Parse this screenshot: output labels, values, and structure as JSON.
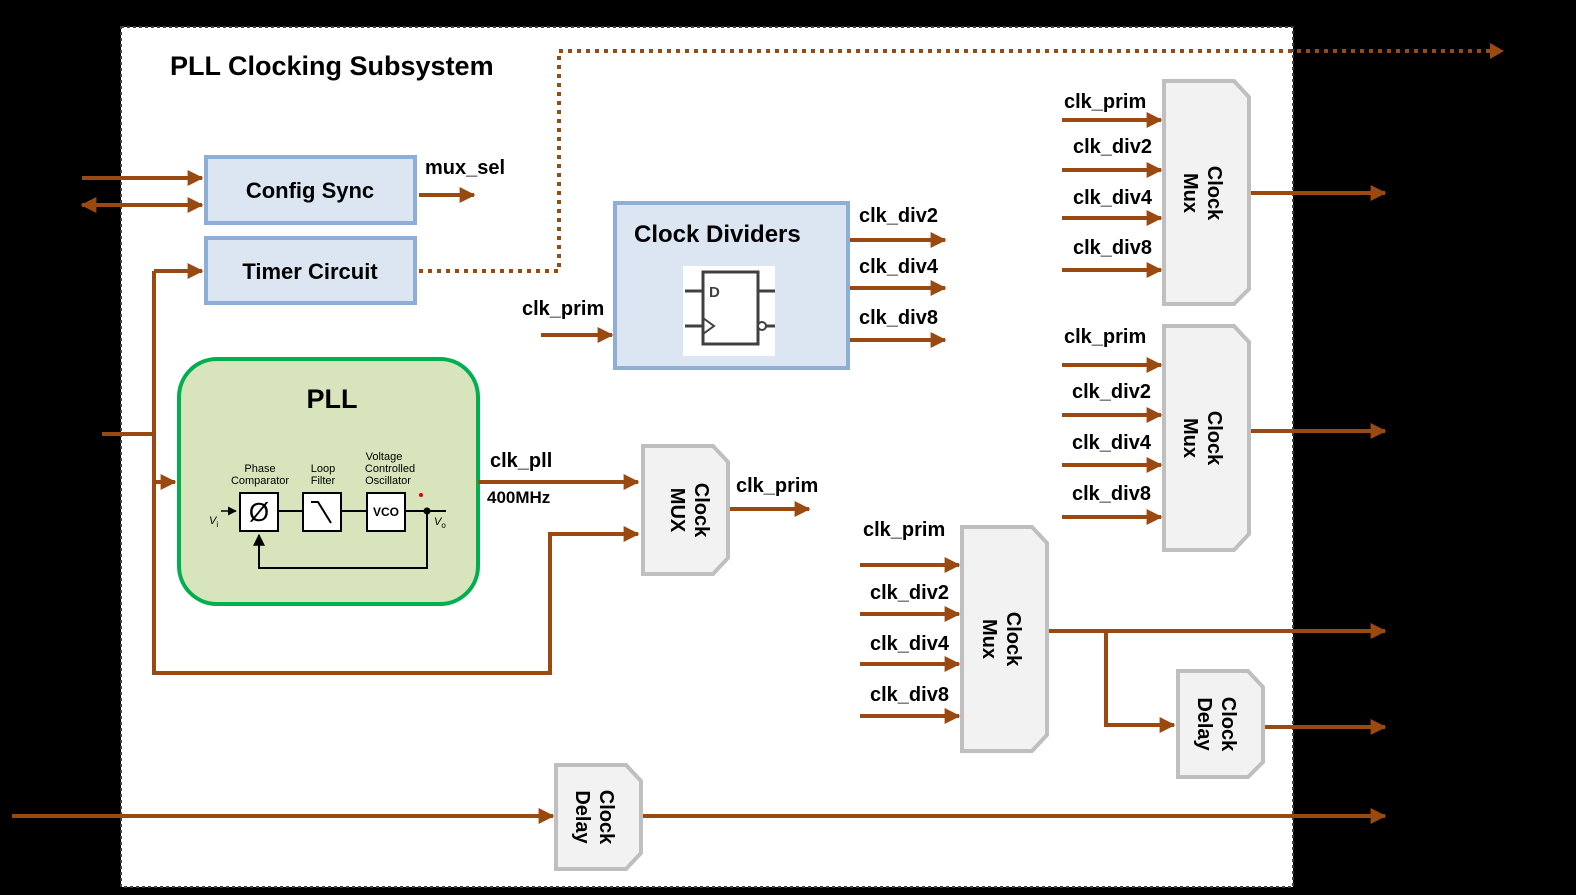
{
  "subsystem": {
    "title": "PLL Clocking Subsystem"
  },
  "config_sync": {
    "label": "Config Sync",
    "output": "mux_sel"
  },
  "timer": {
    "label": "Timer Circuit"
  },
  "dividers": {
    "label": "Clock Dividers",
    "ff_d": "D",
    "input": "clk_prim",
    "outputs": [
      "clk_div2",
      "clk_div4",
      "clk_div8"
    ]
  },
  "pll": {
    "label": "PLL",
    "output": "clk_pll",
    "freq": "400MHz",
    "phase_comparator": [
      "Phase",
      "Comparator"
    ],
    "loop_filter": [
      "Loop",
      "Filter"
    ],
    "oscillator": [
      "Voltage",
      "Controlled",
      "Oscillator"
    ],
    "vco": "VCO",
    "phi": "Ø",
    "vi": "V",
    "vi_sub": "i",
    "vo": "V",
    "vo_sub": "o"
  },
  "mux_main": {
    "line1": "Clock",
    "line2": "MUX",
    "output": "clk_prim"
  },
  "mux_a": {
    "line1": "Clock",
    "line2": "Mux",
    "inputs": [
      "clk_prim",
      "clk_div2",
      "clk_div4",
      "clk_div8"
    ]
  },
  "mux_b": {
    "line1": "Clock",
    "line2": "Mux",
    "inputs": [
      "clk_prim",
      "clk_div2",
      "clk_div4",
      "clk_div8"
    ]
  },
  "mux_c": {
    "line1": "Clock",
    "line2": "Mux",
    "inputs": [
      "clk_prim",
      "clk_div2",
      "clk_div4",
      "clk_div8"
    ]
  },
  "delay_right": {
    "line1": "Clock",
    "line2": "Delay"
  },
  "delay_bottom": {
    "line1": "Clock",
    "line2": "Delay"
  },
  "colors": {
    "wire": "#9a4a10",
    "blue_fill": "#dce6f2",
    "blue_stroke": "#8eaed6",
    "pll_fill": "#d8e4bc",
    "pll_stroke": "#00b050",
    "mux_fill": "#f2f2f2",
    "mux_stroke": "#bfbfbf"
  }
}
